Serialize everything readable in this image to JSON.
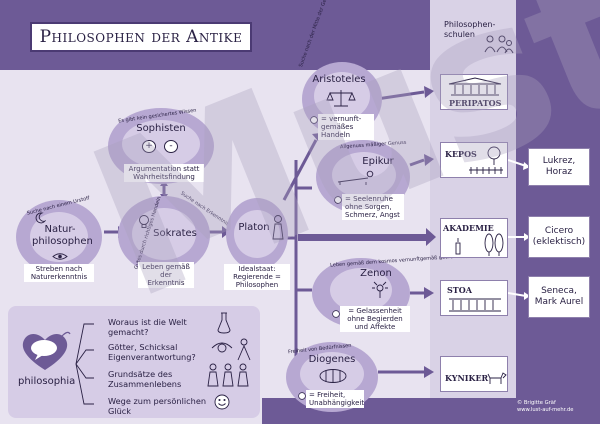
{
  "title": "Philosophen der Antike",
  "column_header": "Philosophen-schulen",
  "watermark": "Muster",
  "copyright_line1": "© Brigitte Gräf",
  "copyright_line2": "www.lust-auf-mehr.de",
  "nodes": {
    "natur": {
      "title": "Natur-philosophen",
      "label": "Streben nach Naturerkenntnis",
      "arc": "Suche nach einem Urstoff"
    },
    "sophisten": {
      "title": "Sophisten",
      "label": "Argumentation statt Wahrheitsfindung",
      "arc": "Es gibt kein gesichertes Wissen",
      "plus": "+",
      "minus": "-"
    },
    "sokrates": {
      "title": "Sokrates",
      "label": "Leben gemäß der Erkenntnis",
      "arc_left": "Gutes durch richtiges Handeln",
      "arc_right": "Suche nach Erkenntnis"
    },
    "platon": {
      "title": "Platon",
      "label": "Idealstaat: Regierende = Philosophen"
    },
    "aristoteles": {
      "title": "Aristoteles",
      "label": "= vernunft-gemäßes Handeln",
      "arc": "Suche nach der Mitte der Gemeinschaft"
    },
    "epikur": {
      "title": "Epikur",
      "label": "= Seelenruhe ohne Sorgen, Schmerz, Angst",
      "arc": "Allgenuss mäßiger Genuss"
    },
    "zenon": {
      "title": "Zenon",
      "label": "= Gelassenheit ohne Begierden und Affekte",
      "arc": "Leben gemäß dem kosmos vernunftgemäß geordnet"
    },
    "diogenes": {
      "title": "Diogenes",
      "label": "= Freiheit, Unabhängigkeit",
      "arc": "Freiheit von Bedürfnissen"
    }
  },
  "schools": [
    {
      "name": "PERIPATOS"
    },
    {
      "name": "KEPOS"
    },
    {
      "name": "AKADEMIE"
    },
    {
      "name": "STOA"
    },
    {
      "name": "KYNIKER"
    }
  ],
  "successors": [
    {
      "text": "Lukrez, Horaz"
    },
    {
      "text": "Cicero (eklektisch)"
    },
    {
      "text": "Seneca, Mark Aurel"
    }
  ],
  "philosophia": {
    "label": "philosophia",
    "questions": [
      "Woraus ist die Welt gemacht?",
      "Götter, Schicksal Eigenverantwortung?",
      "Grundsätze des Zusammenlebens",
      "Wege zum persönlichen Glück"
    ]
  },
  "colors": {
    "dark": "#6d5a96",
    "mid": "#b7a8d2",
    "light": "#d6cce6",
    "text": "#2a2144"
  }
}
